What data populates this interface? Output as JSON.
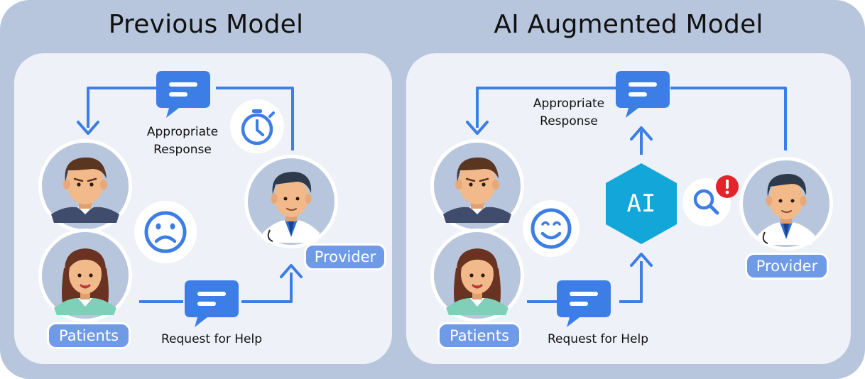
{
  "left": {
    "title": "Previous Model",
    "response_label_line1": "Appropriate",
    "response_label_line2": "Response",
    "request_label": "Request for Help",
    "patients_label": "Patients",
    "provider_label": "Provider",
    "status_icon": "sad-face-icon",
    "timer_icon": "stopwatch-icon"
  },
  "right": {
    "title": "AI Augmented Model",
    "response_label_line1": "Appropriate",
    "response_label_line2": "Response",
    "request_label": "Request for Help",
    "patients_label": "Patients",
    "provider_label": "Provider",
    "ai_label": "AI",
    "status_icon": "happy-face-icon",
    "search_icon": "magnifier-alert-icon"
  },
  "colors": {
    "accent_blue": "#3d7ee6",
    "ai_hex": "#12a7d8",
    "pill_blue": "#6e9ae6",
    "alert_red": "#e3242b",
    "frame": "#b7c6dc",
    "panel": "#eef1f7"
  }
}
